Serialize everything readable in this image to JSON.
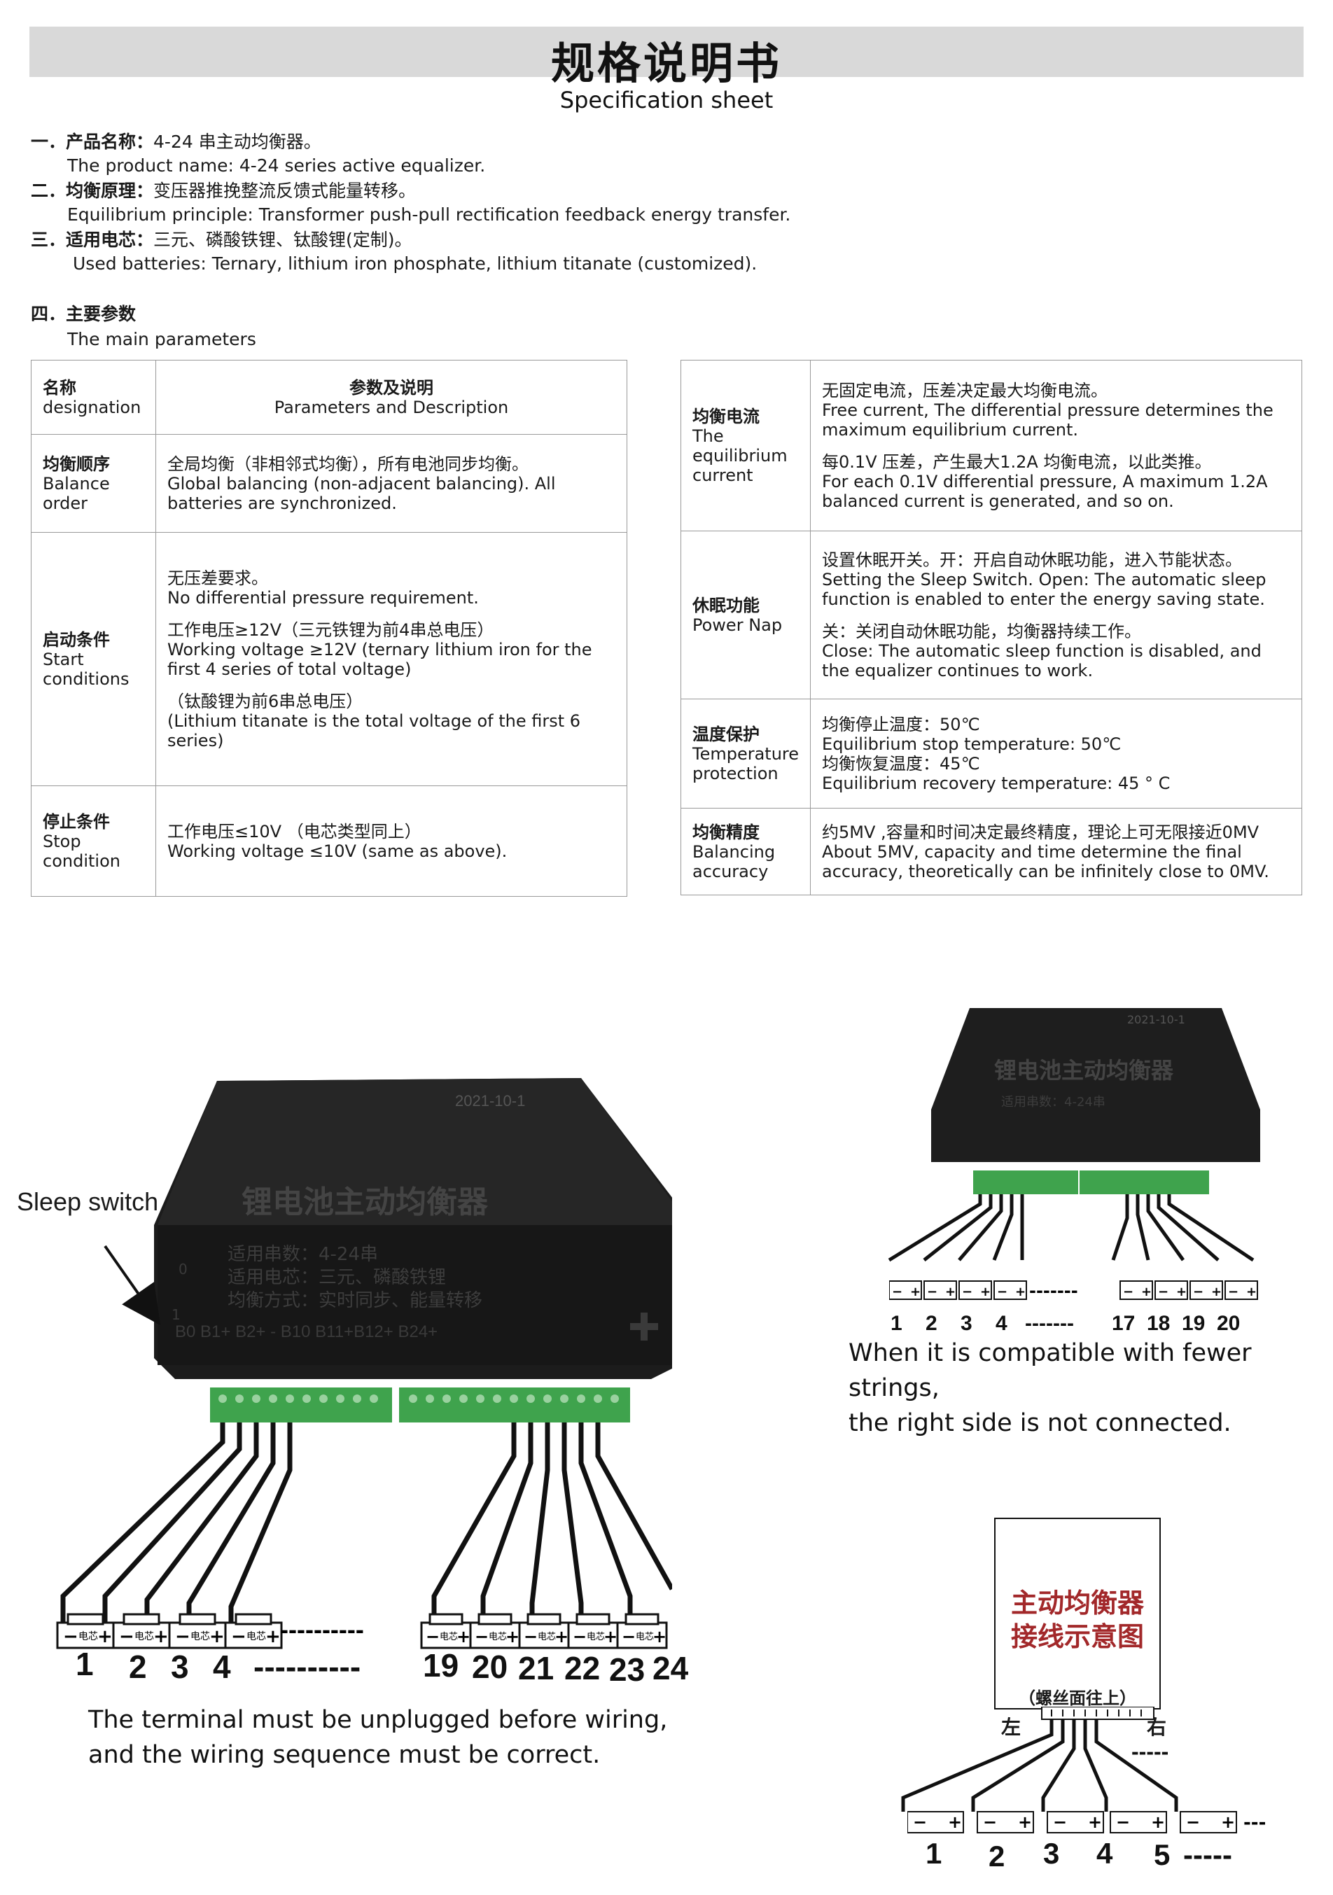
{
  "header": {
    "title_cn": "规格说明书",
    "title_en": "Specification sheet"
  },
  "intro": [
    {
      "label": "一．产品名称：",
      "value_cn": "4-24 串主动均衡器。",
      "en": "The product name: 4-24 series active equalizer."
    },
    {
      "label": "二．均衡原理：",
      "value_cn": "变压器推挽整流反馈式能量转移。",
      "en": "Equilibrium principle: Transformer push-pull rectification feedback energy transfer."
    },
    {
      "label": "三．适用电芯：",
      "value_cn": "三元、磷酸铁锂、钛酸锂(定制)。",
      "en": "Used batteries: Ternary, lithium iron phosphate, lithium titanate (customized)."
    }
  ],
  "params": {
    "label": "四．主要参数",
    "en": "The main parameters"
  },
  "left_table": {
    "header": {
      "name_cn": "名称",
      "name_en": "designation",
      "desc_cn": "参数及说明",
      "desc_en": "Parameters and Description"
    },
    "rows": [
      {
        "name_cn": "均衡顺序",
        "name_en": "Balance order",
        "desc": [
          "全局均衡（非相邻式均衡），所有电池同步均衡。",
          "Global balancing (non-adjacent balancing). All batteries are synchronized."
        ]
      },
      {
        "name_cn": "启动条件",
        "name_en": "Start conditions",
        "desc": [
          "无压差要求。",
          "No differential pressure requirement.",
          "工作电压≥12V（三元铁锂为前4串总电压）",
          "Working voltage ≥12V (ternary lithium iron for the first 4 series of total voltage)",
          "（钛酸锂为前6串总电压）",
          "(Lithium titanate is the total voltage of the first 6 series)"
        ]
      },
      {
        "name_cn": "停止条件",
        "name_en": "Stop condition",
        "desc": [
          "工作电压≤10V （电芯类型同上）",
          "Working voltage ≤10V (same as above)."
        ]
      }
    ]
  },
  "right_table": {
    "rows": [
      {
        "name_cn": "均衡电流",
        "name_en": "The equilibrium current",
        "desc": [
          "无固定电流，压差决定最大均衡电流。",
          "Free current, The differential pressure determines the maximum equilibrium current.",
          "每0.1V 压差，产生最大1.2A 均衡电流，以此类推。",
          "For each 0.1V differential pressure, A maximum 1.2A balanced current is generated, and so on."
        ]
      },
      {
        "name_cn": "休眠功能",
        "name_en": "Power Nap",
        "desc": [
          "设置休眠开关。开：开启自动休眠功能，进入节能状态。",
          "Setting the Sleep Switch. Open: The automatic sleep function is enabled to enter the energy saving state.",
          "关：关闭自动休眠功能，均衡器持续工作。",
          "Close: The automatic sleep function is disabled, and the equalizer continues to work."
        ]
      },
      {
        "name_cn": "温度保护",
        "name_en": "Temperature protection",
        "desc": [
          "均衡停止温度：50℃",
          "Equilibrium stop temperature: 50℃",
          "均衡恢复温度：45℃",
          "Equilibrium recovery temperature: 45 ° C"
        ]
      },
      {
        "name_cn": "均衡精度",
        "name_en": "Balancing accuracy",
        "desc": [
          "约5MV ,容量和时间决定最终精度，理论上可无限接近0MV",
          "About 5MV, capacity and time determine the final accuracy, theoretically can be infinitely close to 0MV."
        ]
      }
    ]
  },
  "figure_main": {
    "sleep_label": "Sleep switch",
    "device_date": "2021-10-1",
    "device_name": "锂电池主动均衡器",
    "device_spec1": "适用串数：4-24串",
    "device_spec2": "适用电芯：三元、磷酸铁锂",
    "device_spec3": "均衡方式：实时同步、能量转移",
    "terminal_labels": "B0  B1+ B2+ - B10    B11+B12+ B24+",
    "switch_0": "0",
    "switch_1": "1",
    "cell_label": "电芯",
    "numbers_left": [
      "1",
      "2",
      "3",
      "4"
    ],
    "numbers_right": [
      "19",
      "20",
      "21",
      "22",
      "23",
      "24"
    ],
    "dashes": "----------",
    "caption": [
      "The terminal must be unplugged before wiring,",
      "and the wiring sequence must be correct."
    ]
  },
  "figure_small": {
    "device_date": "2021-10-1",
    "device_name": "锂电池主动均衡器",
    "device_spec": "适用串数：4-24串",
    "numbers_left": [
      "1",
      "2",
      "3",
      "4"
    ],
    "numbers_right": [
      "17",
      "18",
      "19",
      "20"
    ],
    "dashes": "-------",
    "caption": [
      "When it is compatible with fewer strings,",
      "the right side is not connected."
    ]
  },
  "figure_diagram": {
    "title_line1": "主动均衡器",
    "title_line2": "接线示意图",
    "screw_note": "（螺丝面往上）",
    "left": "左",
    "right": "右",
    "numbers": [
      "1",
      "2",
      "3",
      "4",
      "5"
    ],
    "dashes": "-----",
    "dashes_mid": "-----",
    "dashes_tail": "---"
  },
  "colors": {
    "terminal_green": "#3fa34d",
    "device_black": "#1c1c1c",
    "diagram_red": "#a2282a",
    "title_bar": "#d9d9d9"
  }
}
